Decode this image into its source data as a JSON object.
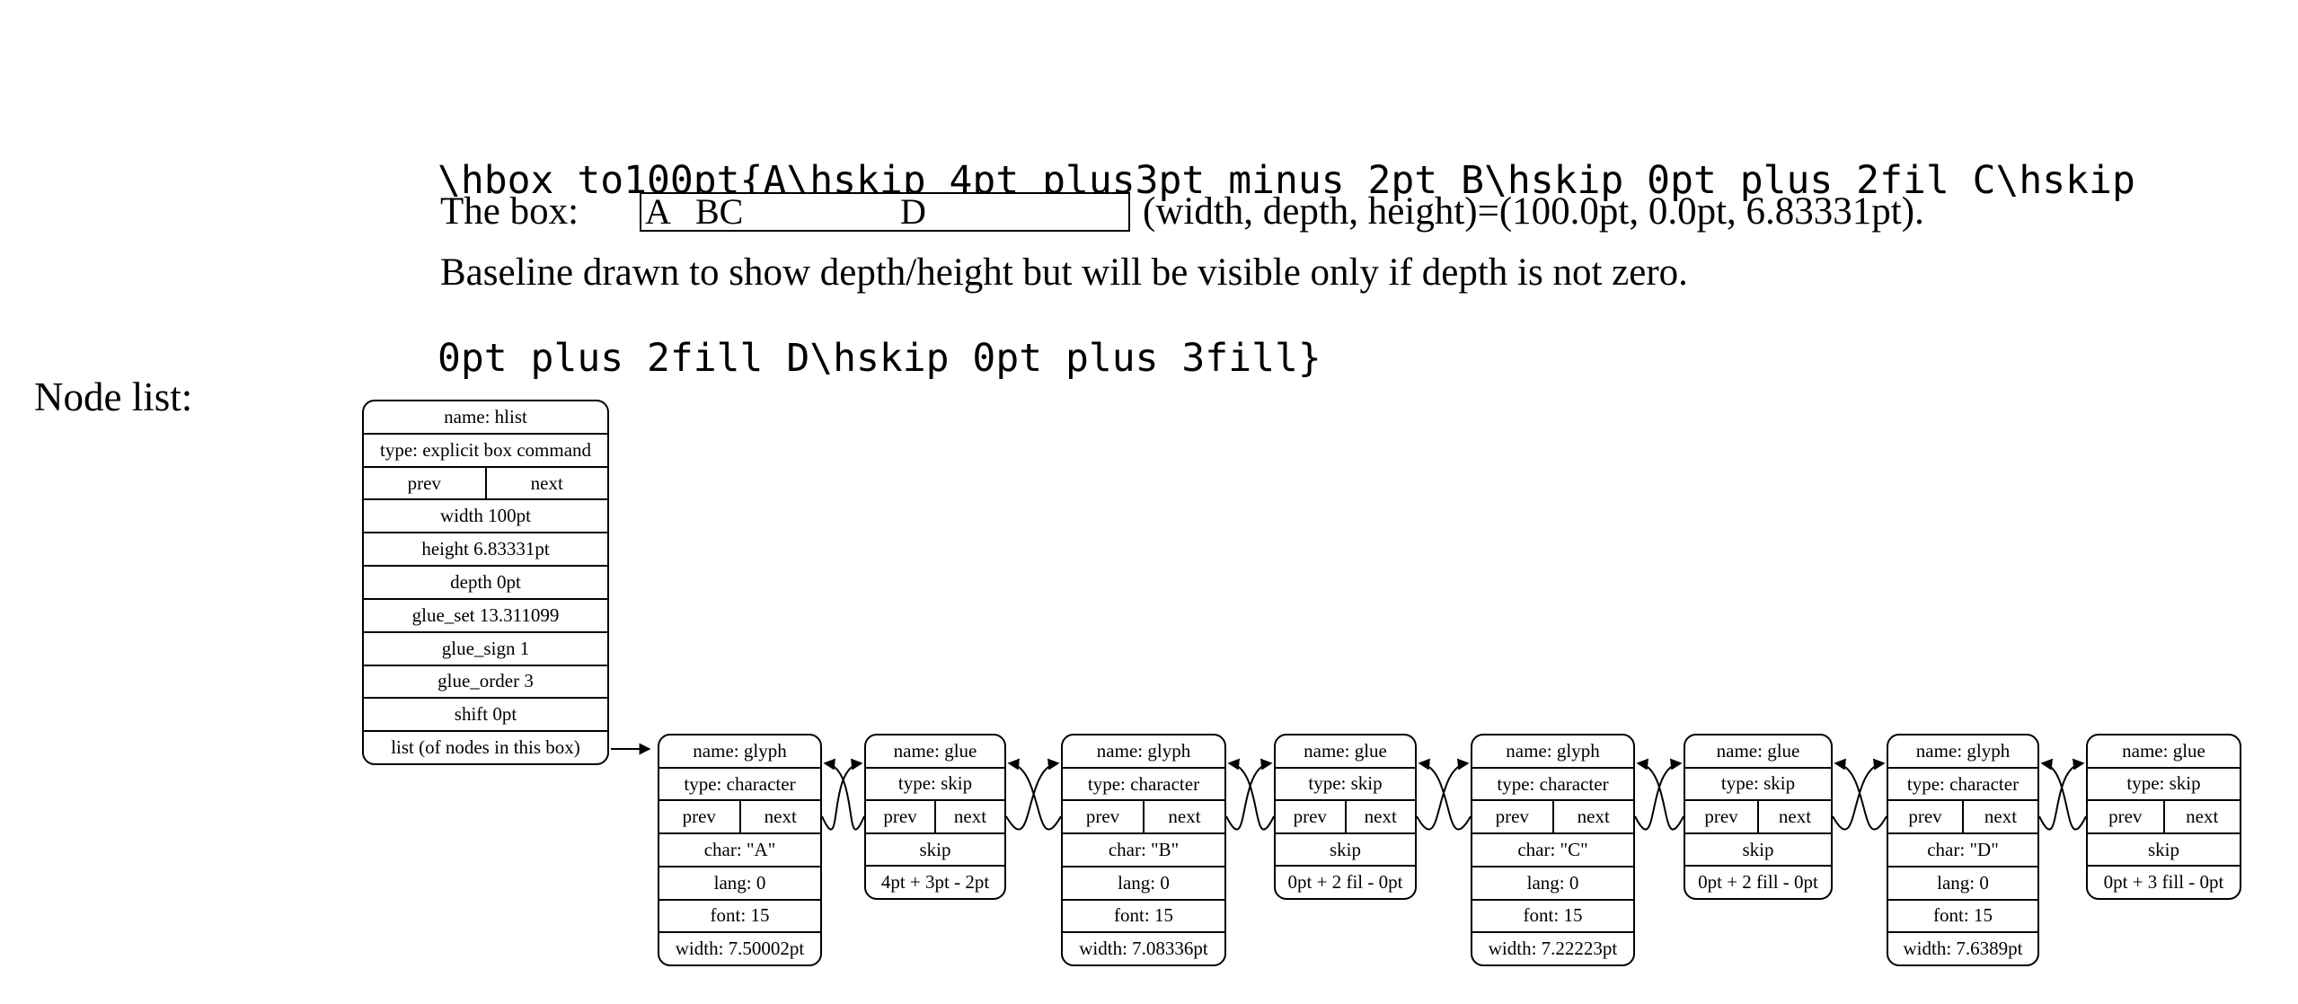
{
  "code": {
    "line1": "\\hbox to100pt{A\\hskip 4pt plus3pt minus 2pt B\\hskip 0pt plus 2fil C\\hskip",
    "line2": "0pt plus 2fill D\\hskip 0pt plus 3fill}"
  },
  "box_line": {
    "prefix": "The box:",
    "letters": {
      "a": "A",
      "bc": "BC",
      "d": "D"
    },
    "suffix": "(width, depth, height)=(100.0pt, 0.0pt, 6.83331pt).",
    "note": "Baseline drawn to show depth/height but will be visible only if depth is not zero."
  },
  "node_list_label": "Node list:",
  "hlist": {
    "name": "name: hlist",
    "type": "type: explicit box command",
    "prev": "prev",
    "next": "next",
    "width": "width 100pt",
    "height": "height 6.83331pt",
    "depth": "depth 0pt",
    "glue_set": "glue_set 13.311099",
    "glue_sign": "glue_sign 1",
    "glue_order": "glue_order 3",
    "shift": "shift 0pt",
    "list": "list (of nodes in this box)"
  },
  "chain": [
    {
      "kind": "glyph",
      "name": "name: glyph",
      "type": "type: character",
      "prev": "prev",
      "next": "next",
      "char": "char: \"A\"",
      "lang": "lang: 0",
      "font": "font: 15",
      "width": "width: 7.50002pt"
    },
    {
      "kind": "glue",
      "name": "name: glue",
      "type": "type: skip",
      "prev": "prev",
      "next": "next",
      "skip": "skip",
      "value": "4pt + 3pt - 2pt"
    },
    {
      "kind": "glyph",
      "name": "name: glyph",
      "type": "type: character",
      "prev": "prev",
      "next": "next",
      "char": "char: \"B\"",
      "lang": "lang: 0",
      "font": "font: 15",
      "width": "width: 7.08336pt"
    },
    {
      "kind": "glue",
      "name": "name: glue",
      "type": "type: skip",
      "prev": "prev",
      "next": "next",
      "skip": "skip",
      "value": "0pt + 2 fil - 0pt"
    },
    {
      "kind": "glyph",
      "name": "name: glyph",
      "type": "type: character",
      "prev": "prev",
      "next": "next",
      "char": "char: \"C\"",
      "lang": "lang: 0",
      "font": "font: 15",
      "width": "width: 7.22223pt"
    },
    {
      "kind": "glue",
      "name": "name: glue",
      "type": "type: skip",
      "prev": "prev",
      "next": "next",
      "skip": "skip",
      "value": "0pt + 2 fill - 0pt"
    },
    {
      "kind": "glyph",
      "name": "name: glyph",
      "type": "type: character",
      "prev": "prev",
      "next": "next",
      "char": "char: \"D\"",
      "lang": "lang: 0",
      "font": "font: 15",
      "width": "width: 7.6389pt"
    },
    {
      "kind": "glue",
      "name": "name: glue",
      "type": "type: skip",
      "prev": "prev",
      "next": "next",
      "skip": "skip",
      "value": "0pt + 3 fill - 0pt"
    }
  ]
}
